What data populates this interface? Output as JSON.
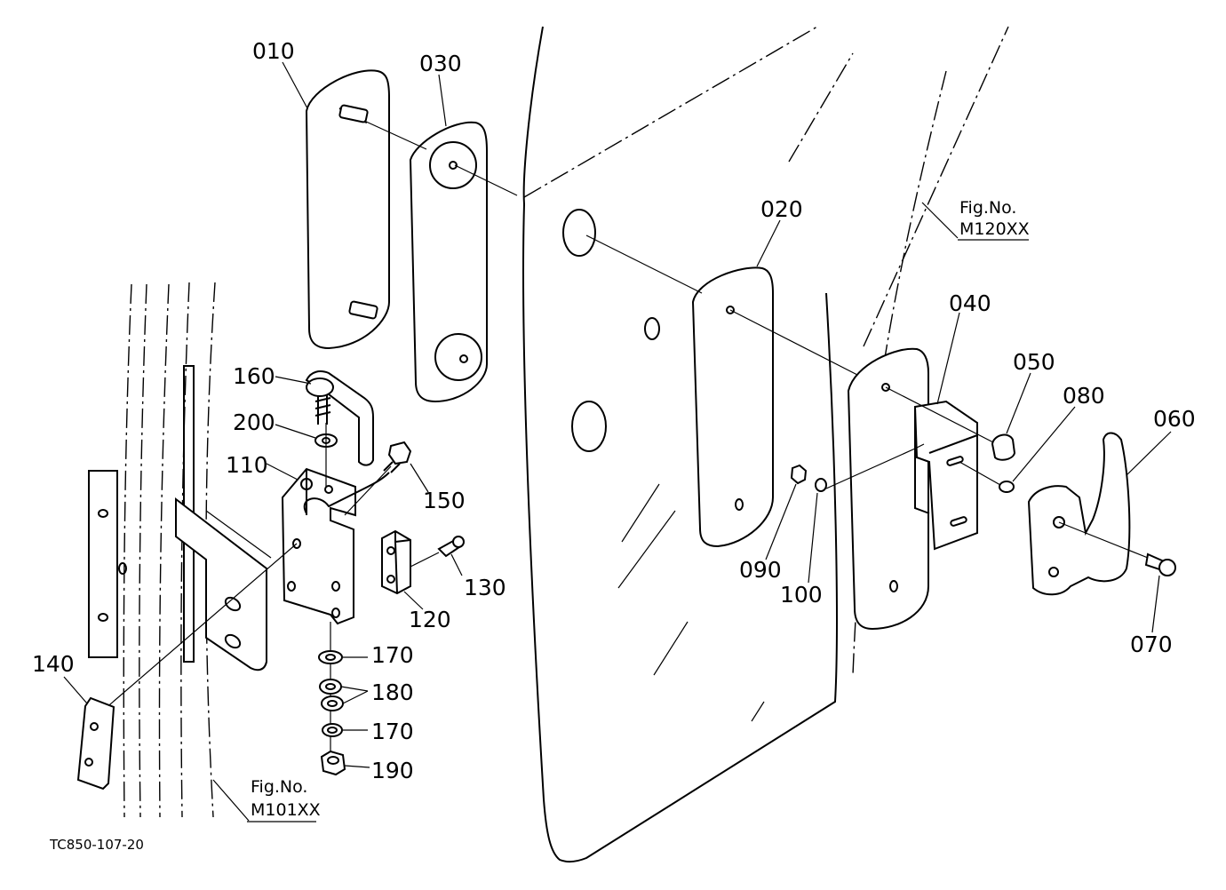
{
  "diagram": {
    "drawing_code": "TC850-107-20",
    "fig_refs": [
      {
        "prefix": "Fig.No.",
        "number": "M120XX"
      },
      {
        "prefix": "Fig.No.",
        "number": "M101XX"
      }
    ],
    "callouts": {
      "p010": "010",
      "p030": "030",
      "p020": "020",
      "p040": "040",
      "p050": "050",
      "p080": "080",
      "p060": "060",
      "p070": "070",
      "p090": "090",
      "p100": "100",
      "p160": "160",
      "p200": "200",
      "p110": "110",
      "p150": "150",
      "p130": "130",
      "p120": "120",
      "p170a": "170",
      "p180": "180",
      "p170b": "170",
      "p190": "190",
      "p140": "140"
    }
  }
}
